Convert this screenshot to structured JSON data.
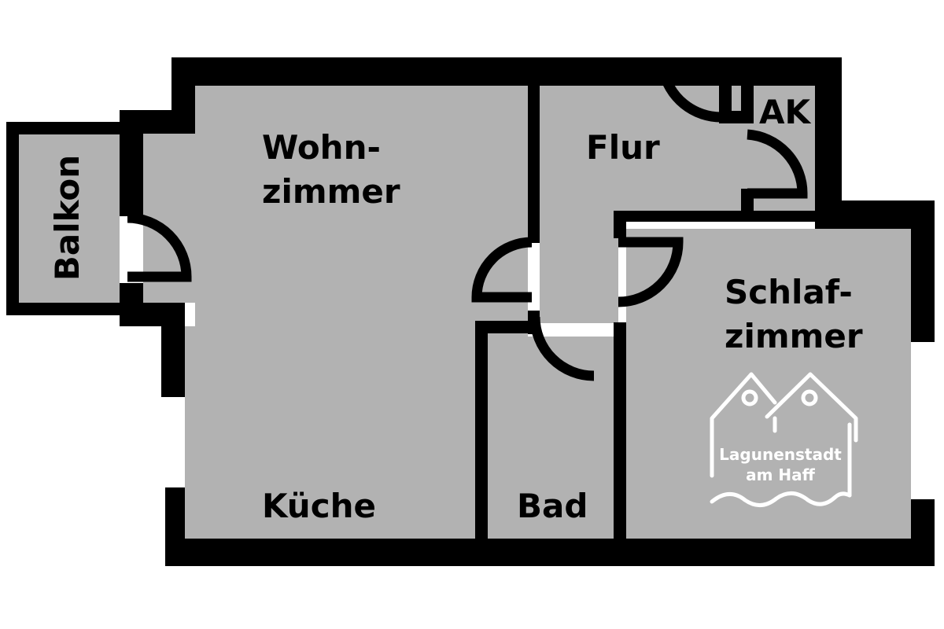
{
  "rooms": {
    "balkon": "Balkon",
    "wohnzimmer_line1": "Wohn-",
    "wohnzimmer_line2": "zimmer",
    "kueche": "Küche",
    "flur": "Flur",
    "ak": "AK",
    "schlafzimmer_line1": "Schlaf-",
    "schlafzimmer_line2": "zimmer",
    "bad": "Bad"
  },
  "logo": {
    "line1": "Lagunenstadt",
    "line2": "am Haff"
  },
  "colors": {
    "wall": "#000000",
    "floor": "#b2b2b2",
    "background": "#ffffff",
    "logo": "#ffffff"
  }
}
